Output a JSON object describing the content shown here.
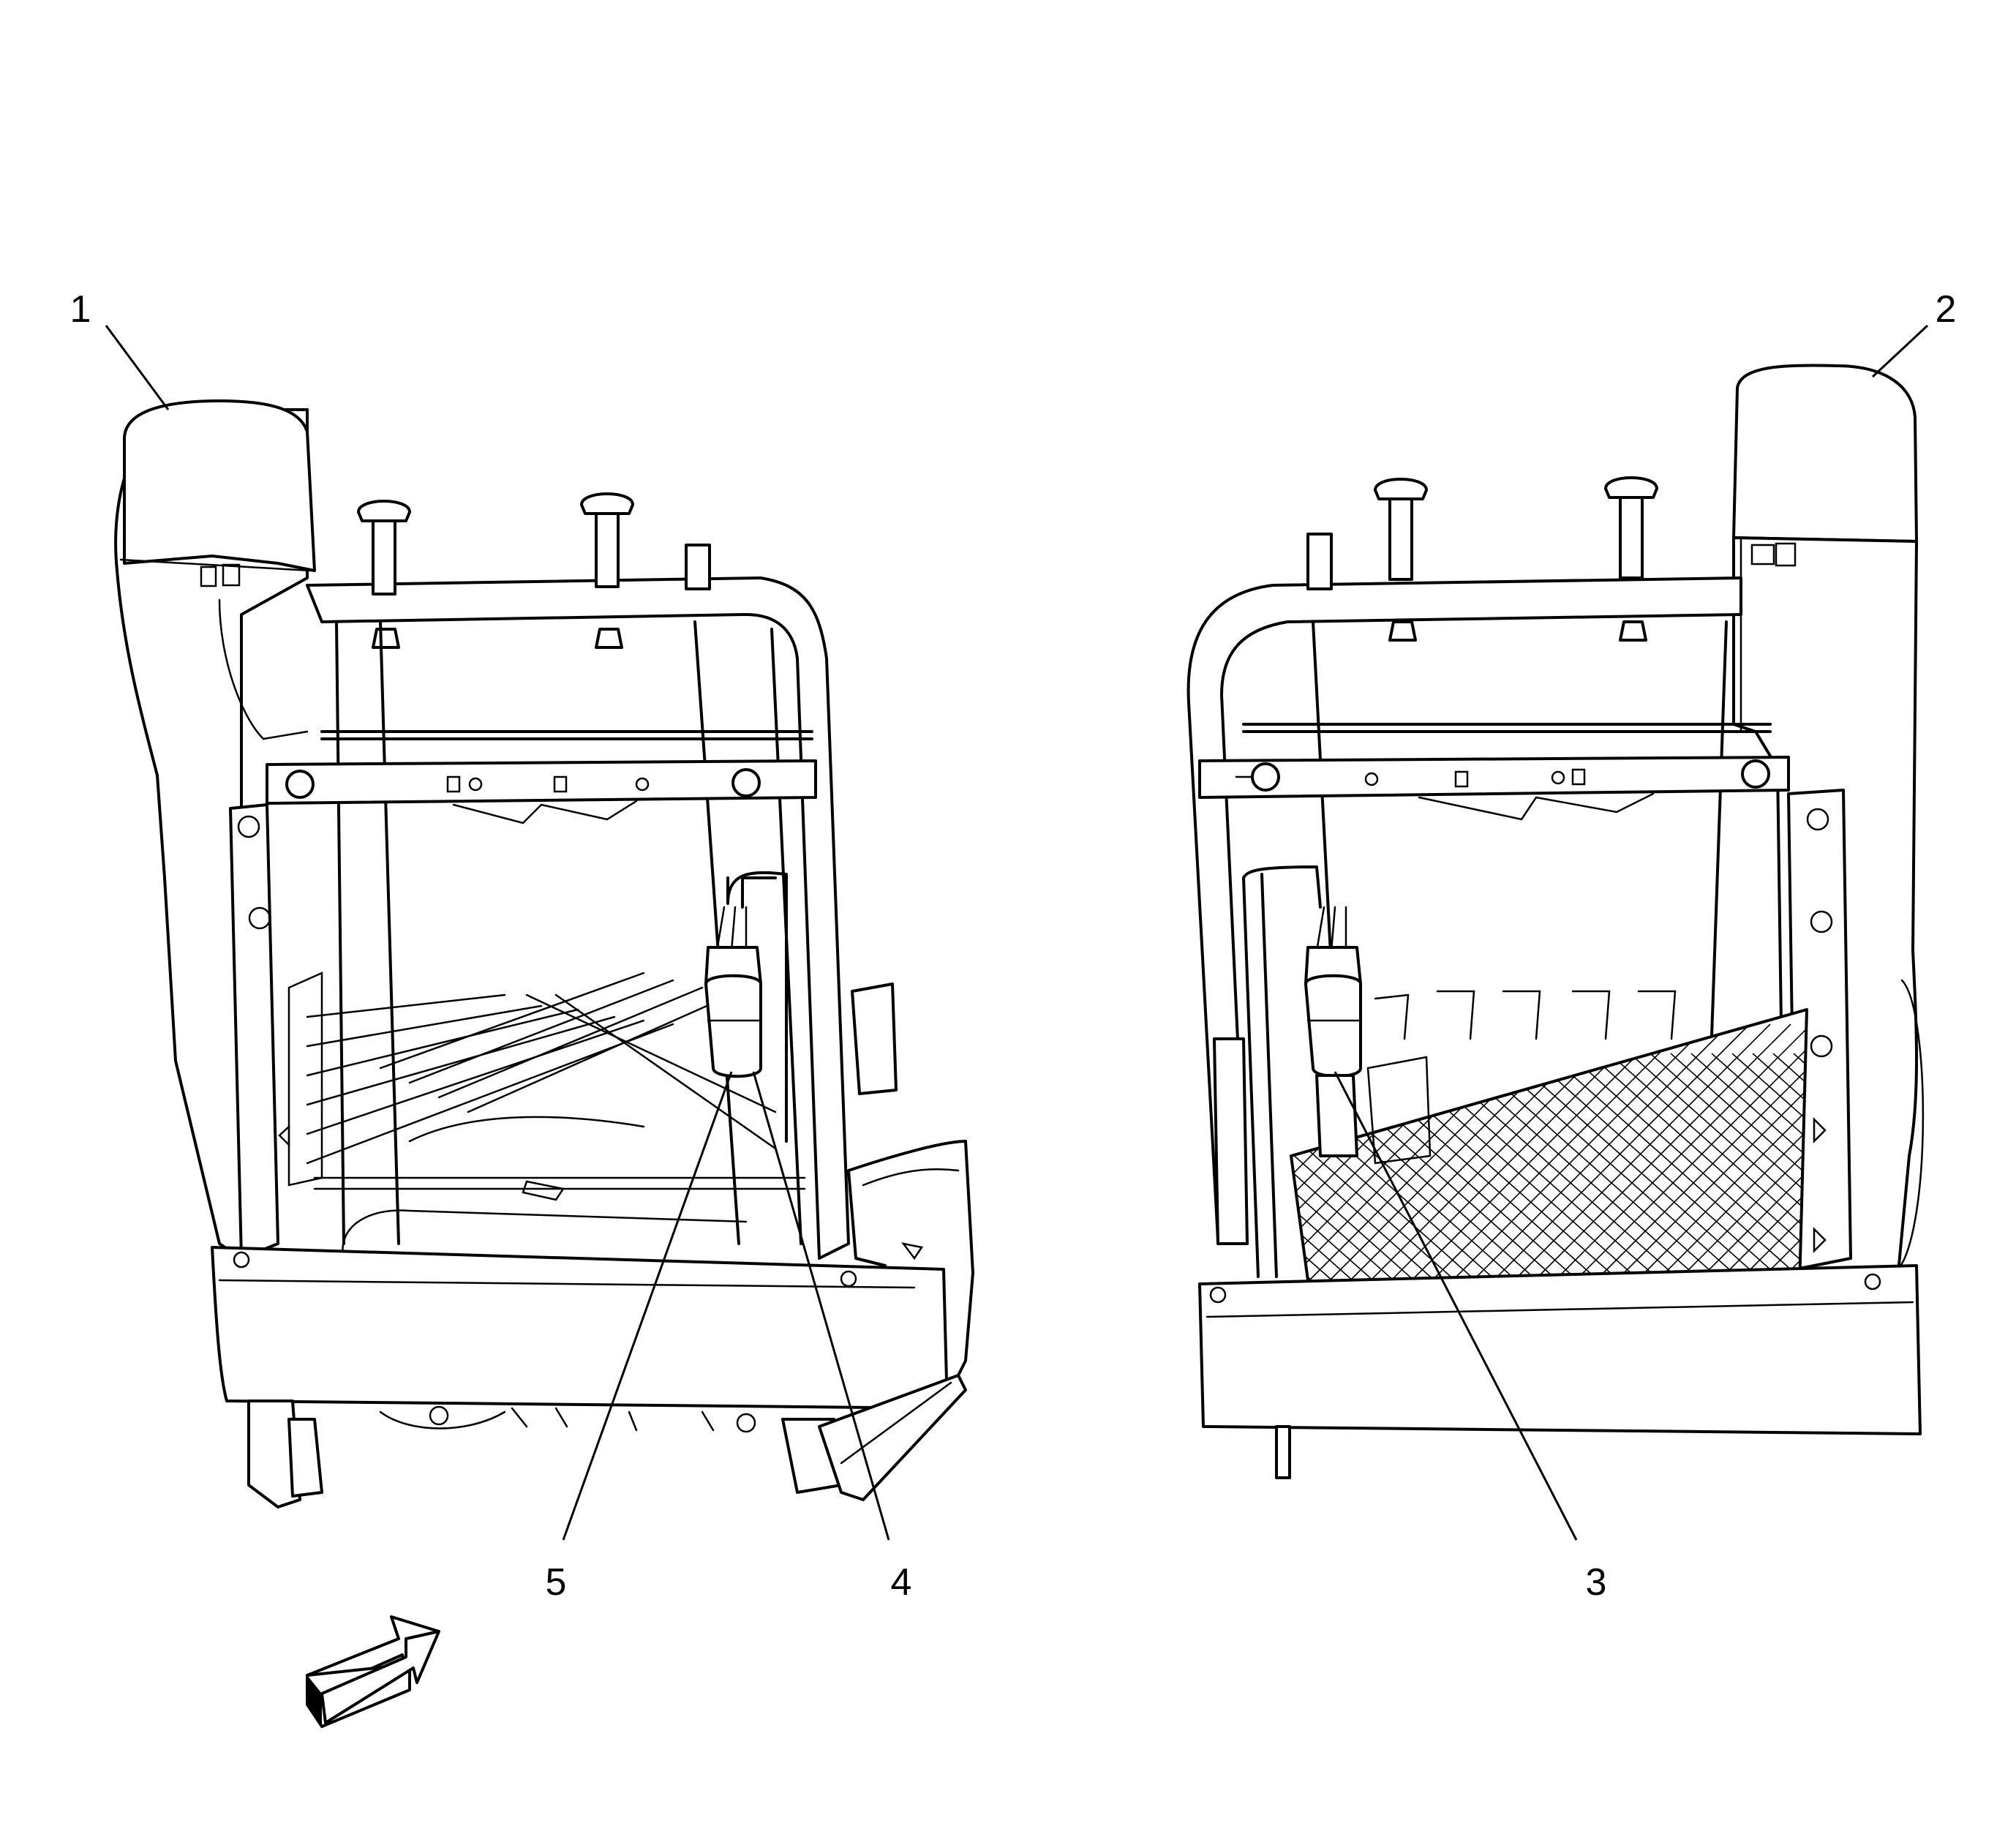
{
  "figure": {
    "callouts": [
      {
        "id": "c1",
        "text": "1"
      },
      {
        "id": "c2",
        "text": "2"
      },
      {
        "id": "c3",
        "text": "3"
      },
      {
        "id": "c4",
        "text": "4"
      },
      {
        "id": "c5",
        "text": "5"
      }
    ],
    "icons": [
      "direction-arrow-icon"
    ]
  }
}
